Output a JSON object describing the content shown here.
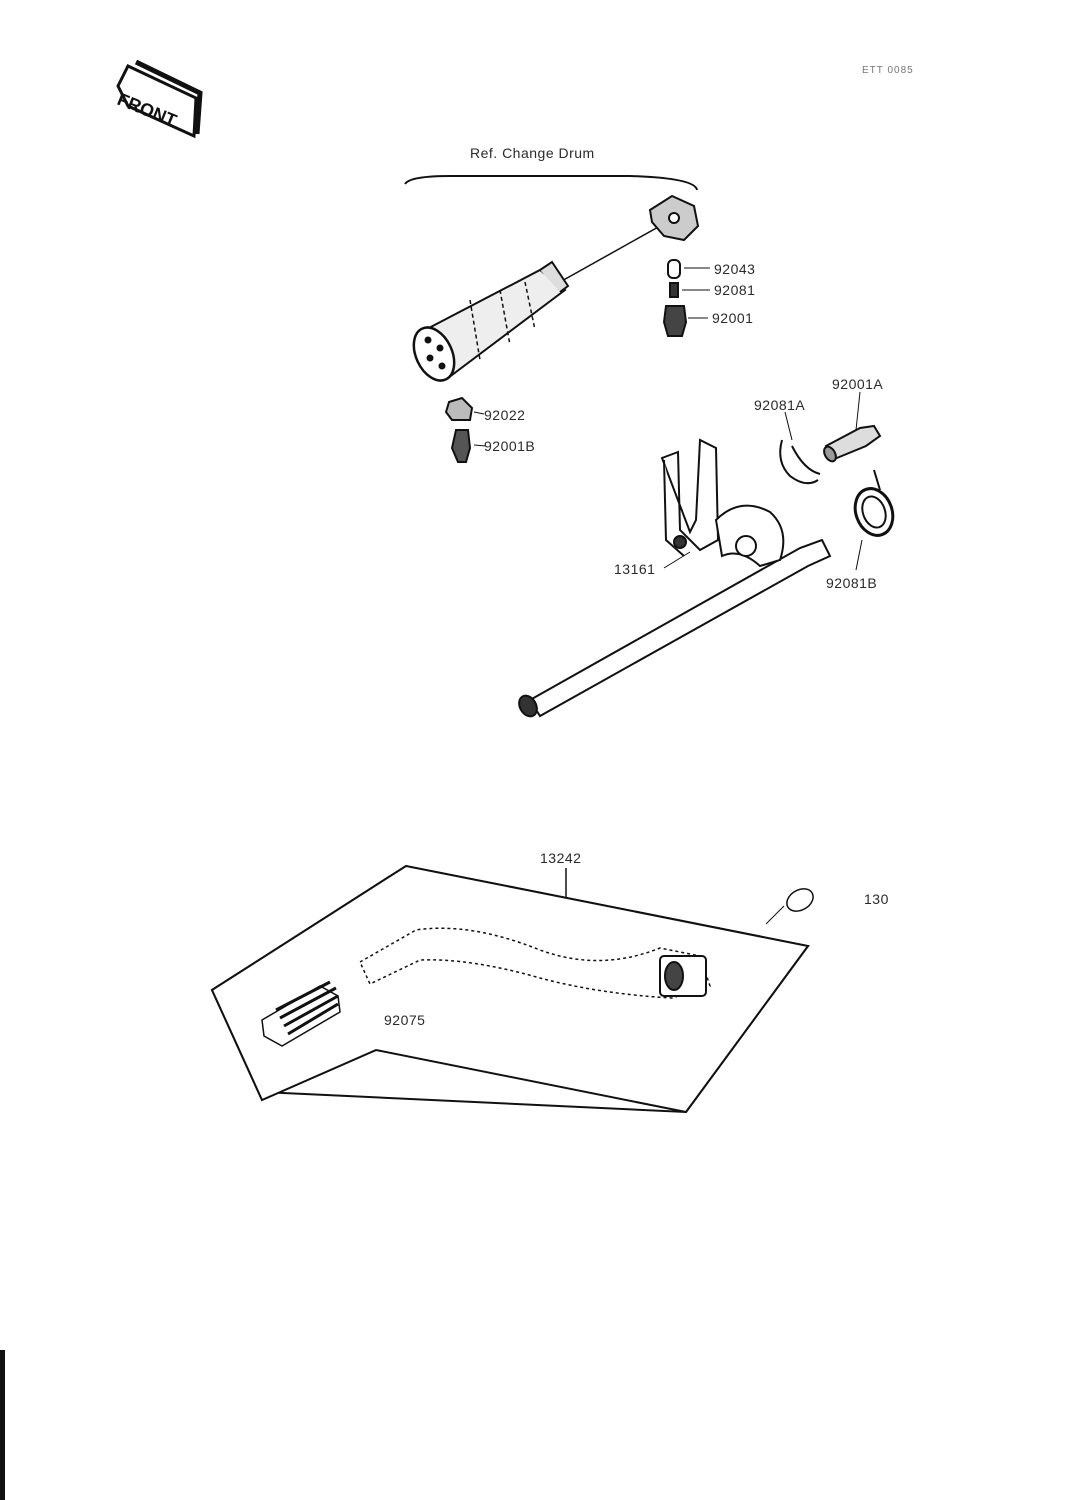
{
  "page_code": "ETT 0085",
  "front_indicator": {
    "label": "FRONT",
    "icon": "front-arrow-icon"
  },
  "header_title": "Ref. Change Drum",
  "part_numbers": {
    "p92043": "92043",
    "p92081": "92081",
    "p92001": "92001",
    "p92022": "92022",
    "p92001B": "92001B",
    "p92001A": "92001A",
    "p92081A": "92081A",
    "p13161": "13161",
    "p92081B": "92081B",
    "p13242": "13242",
    "p130": "130",
    "p92075": "92075"
  },
  "colors": {
    "ink": "#1a1a1a",
    "paper": "#ffffff"
  }
}
